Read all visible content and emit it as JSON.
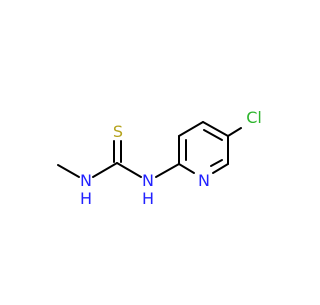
{
  "molecule": {
    "atoms": {
      "sulfur": "S",
      "chlorine": "Cl",
      "pyridine_nitrogen": "N",
      "amine_nitrogen_left": "N",
      "amine_hydrogen_left": "H",
      "amine_nitrogen_right": "N",
      "amine_hydrogen_right": "H"
    },
    "colors": {
      "bond": "#000000",
      "sulfur": "#b5a31e",
      "chlorine": "#2eb52e",
      "nitrogen": "#2222ff"
    }
  }
}
